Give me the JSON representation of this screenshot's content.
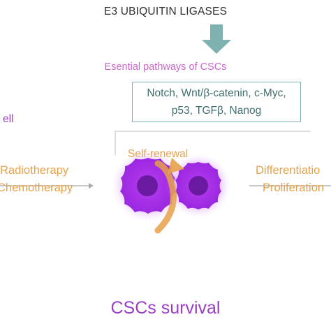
{
  "title": "E3 UBIQUITIN LIGASES",
  "pathways_title": "Esential pathways of CSCs",
  "pathways": {
    "line1": "Notch, Wnt/β-catenin, c-Myc,",
    "line2": "p53, TGFβ, Nanog"
  },
  "cell_label": "ell",
  "self_renewal": "Self-renewal",
  "left_labels": [
    "Radiotherapy",
    "Chemotherapy"
  ],
  "right_labels": [
    "Differentiatio",
    "Proliferation"
  ],
  "footer": "CSCs survival",
  "colors": {
    "arrow_teal": "#7fb1b0",
    "orange": "#e6a14a",
    "purple": "#9b3fc4",
    "magenta": "#cc66cc",
    "cell_fill": "#b040e8",
    "nucleus": "#6a1aa0"
  }
}
